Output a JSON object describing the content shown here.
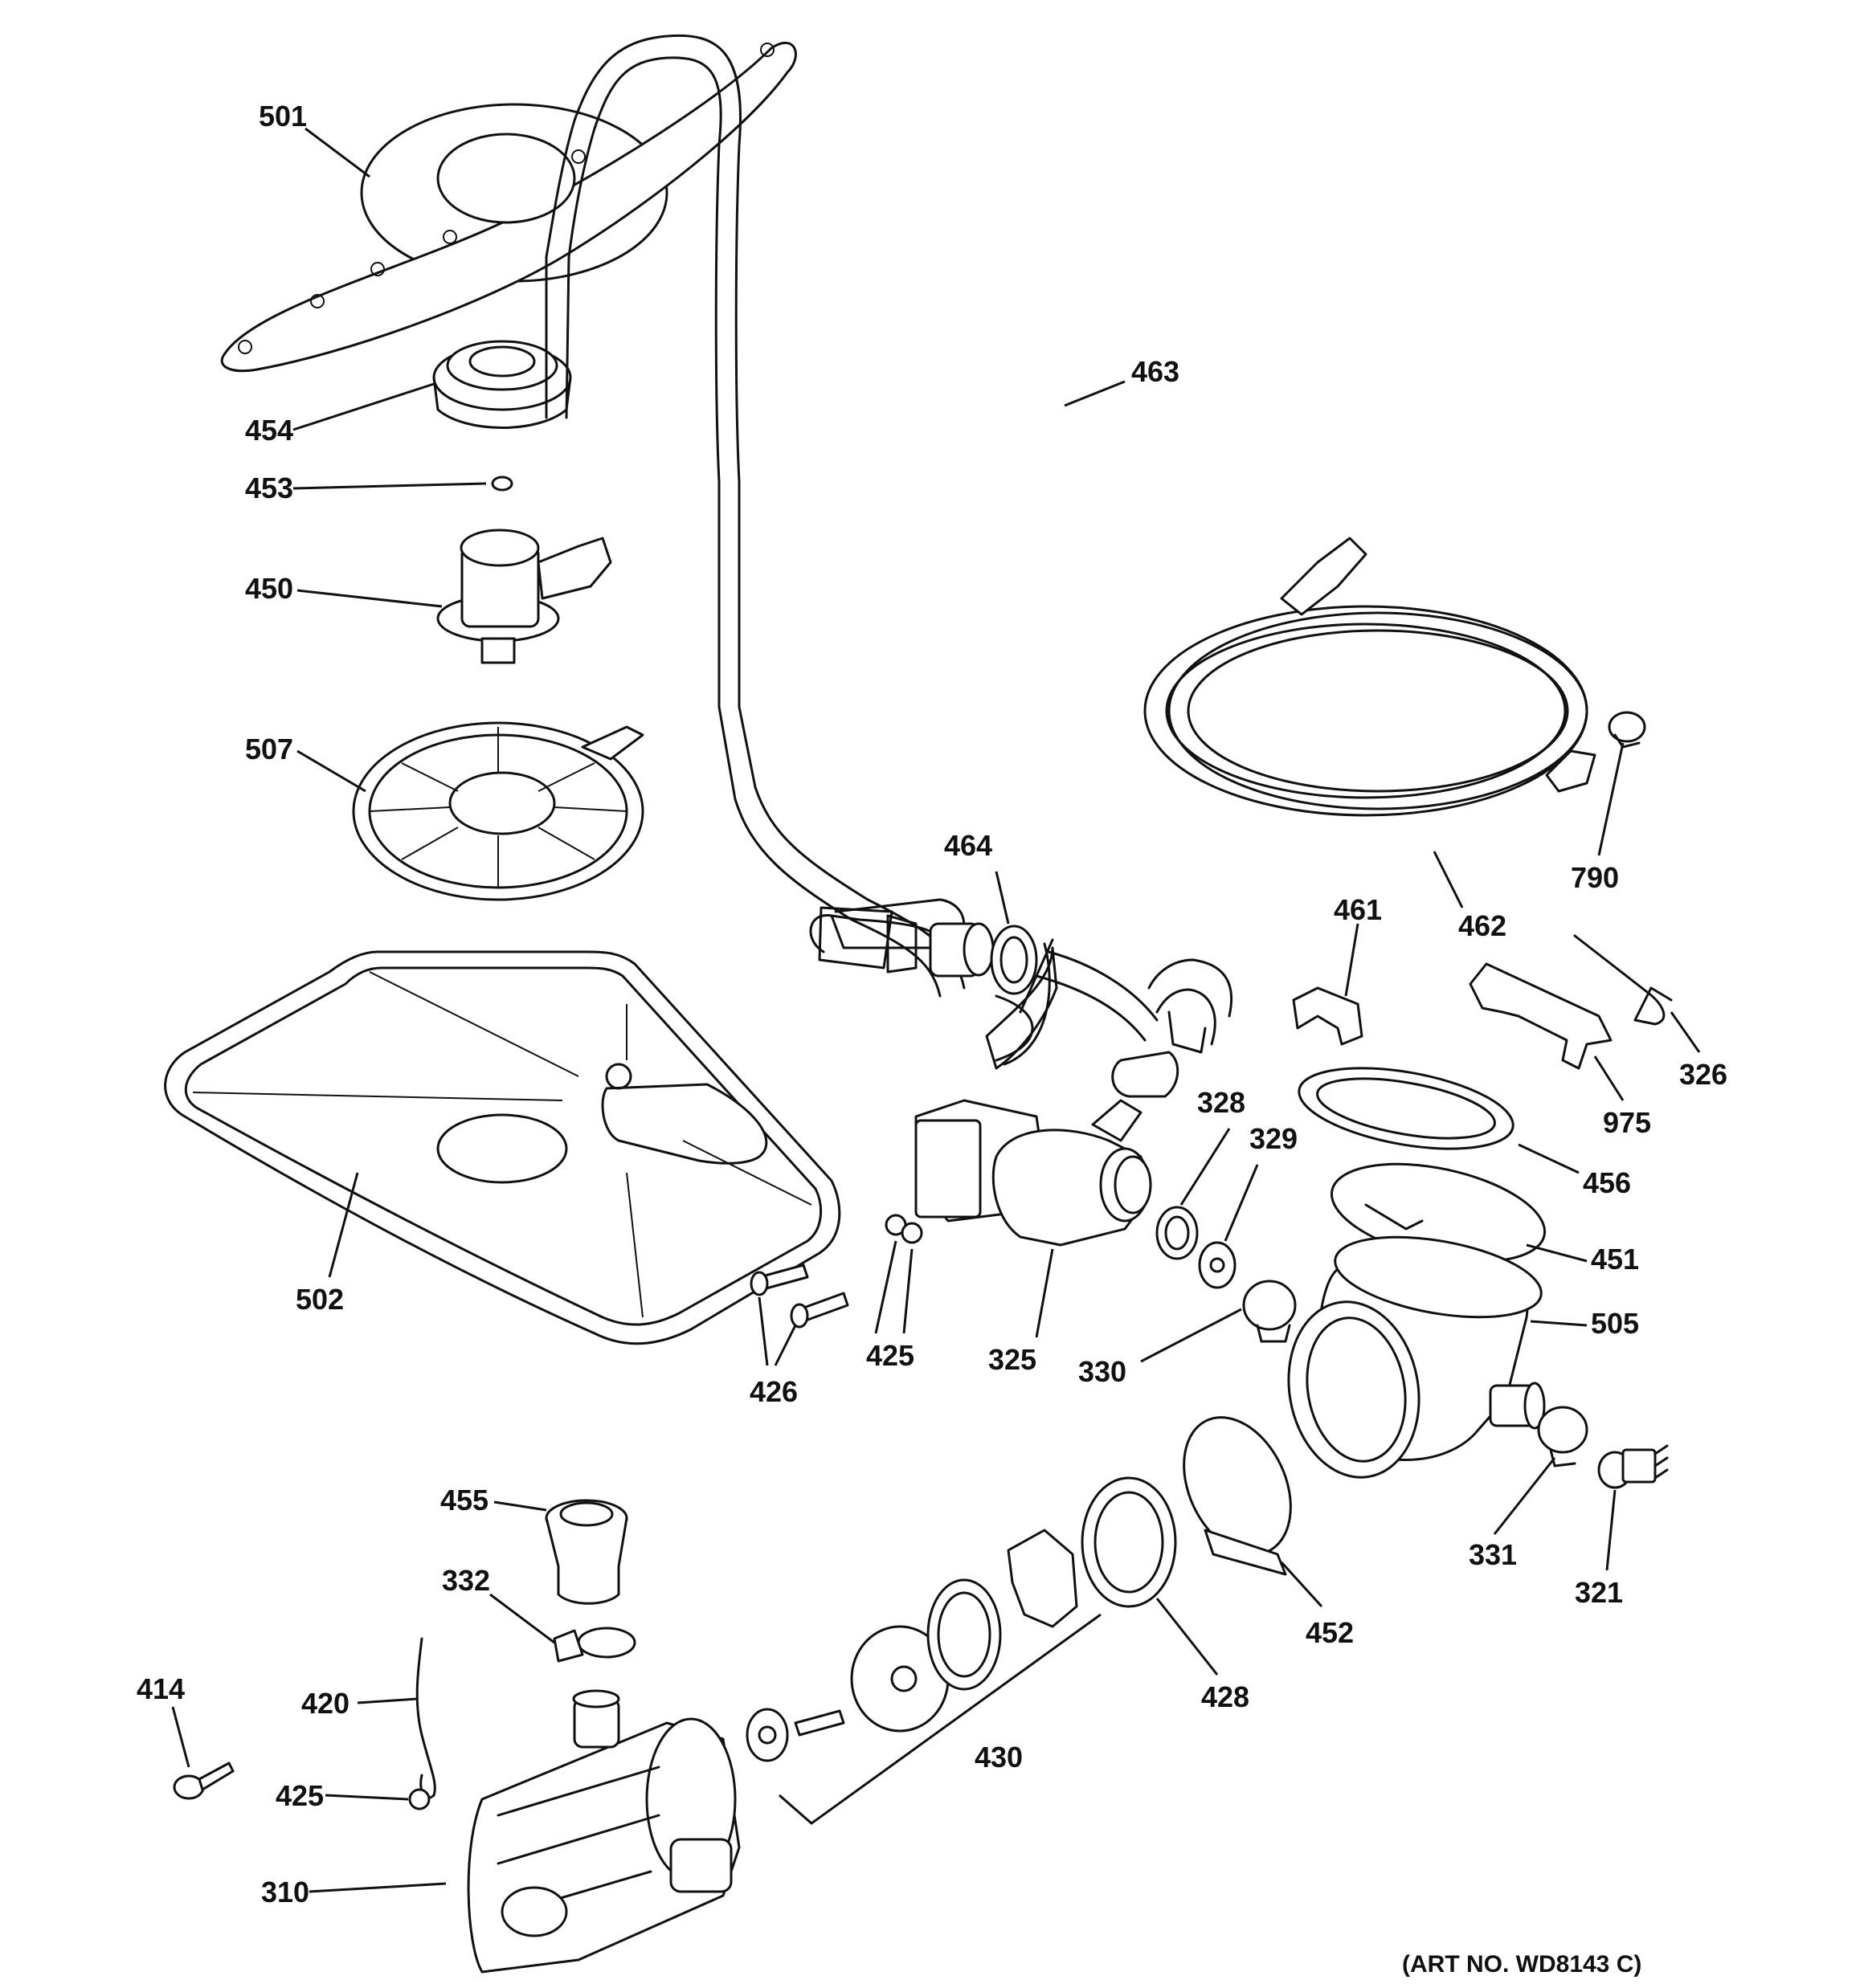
{
  "art_number": "(ART NO. WD8143 C)",
  "callouts": {
    "c501": "501",
    "c454": "454",
    "c453": "453",
    "c450": "450",
    "c507": "507",
    "c502": "502",
    "c463": "463",
    "c464": "464",
    "c462": "462",
    "c790": "790",
    "c461": "461",
    "c326": "326",
    "c975": "975",
    "c328": "328",
    "c329": "329",
    "c456": "456",
    "c451": "451",
    "c505": "505",
    "c330": "330",
    "c325": "325",
    "c425a": "425",
    "c426": "426",
    "c455": "455",
    "c332": "332",
    "c414": "414",
    "c420": "420",
    "c425b": "425",
    "c310": "310",
    "c430": "430",
    "c428": "428",
    "c452": "452",
    "c331": "331",
    "c321": "321"
  }
}
